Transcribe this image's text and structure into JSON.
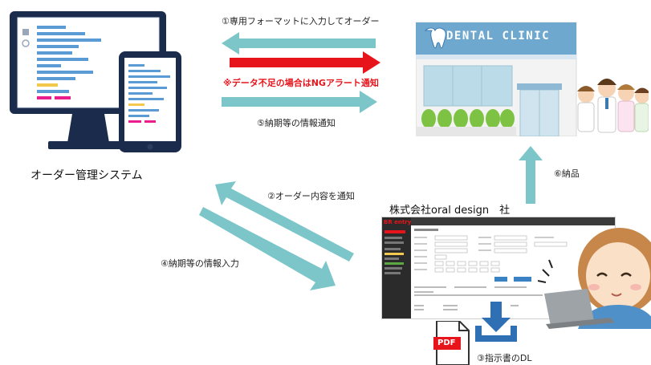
{
  "flow": {
    "step1_label": "①専用フォーマットに入力してオーダー",
    "ng_alert_label": "※データ不足の場合はNGアラート通知",
    "step5_label": "⑤納期等の情報通知",
    "step6_label": "⑥納品",
    "step2_label": "②オーダー内容を通知",
    "step4_label": "④納期等の情報入力",
    "step3_label": "③指示書のDL"
  },
  "system": {
    "title": "オーダー管理システム"
  },
  "clinic": {
    "sign": "DENTAL CLINIC"
  },
  "company": {
    "name": "株式会社oral design　社"
  },
  "app": {
    "logo": "BR entry"
  },
  "pdf": {
    "label": "PDF"
  },
  "colors": {
    "arrow_teal": "#7cc6c9",
    "arrow_red": "#e8141b",
    "monitor_dark": "#1a2b4c",
    "screen_blue": "#5b9bd5"
  }
}
